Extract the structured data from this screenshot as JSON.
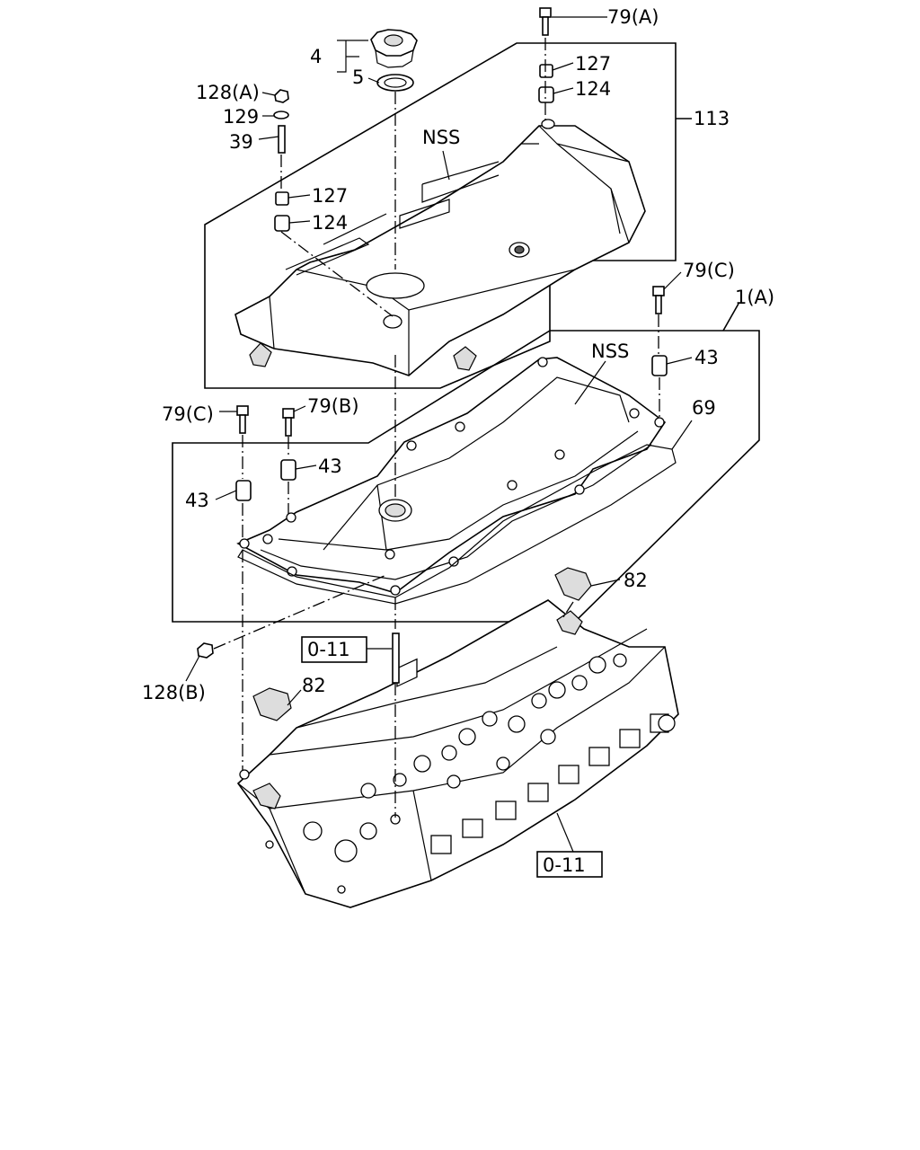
{
  "labels": {
    "l_79a": "79(A)",
    "l_4": "4",
    "l_5": "5",
    "l_127_top": "127",
    "l_124_top": "124",
    "l_128a": "128(A)",
    "l_129": "129",
    "l_39": "39",
    "l_113": "113",
    "l_nss_top": "NSS",
    "l_127_left": "127",
    "l_124_left": "124",
    "l_79c_right": "79(C)",
    "l_1a": "1(A)",
    "l_43_right": "43",
    "l_nss_mid": "NSS",
    "l_69": "69",
    "l_79c_left": "79(C)",
    "l_79b": "79(B)",
    "l_43_mid": "43",
    "l_43_left": "43",
    "l_82_right": "82",
    "l_011_top": "0-11",
    "l_128b": "128(B)",
    "l_82_left": "82",
    "l_011_bottom": "0-11"
  },
  "icons": [
    "oil-filler-cap-icon",
    "o-ring-icon",
    "bolt-icon",
    "washer-icon",
    "nut-icon",
    "grommet-icon",
    "collar-icon",
    "stud-icon",
    "rubber-plug-icon",
    "gasket-icon",
    "cylinder-head-icon",
    "head-cover-icon",
    "cover-icon"
  ]
}
